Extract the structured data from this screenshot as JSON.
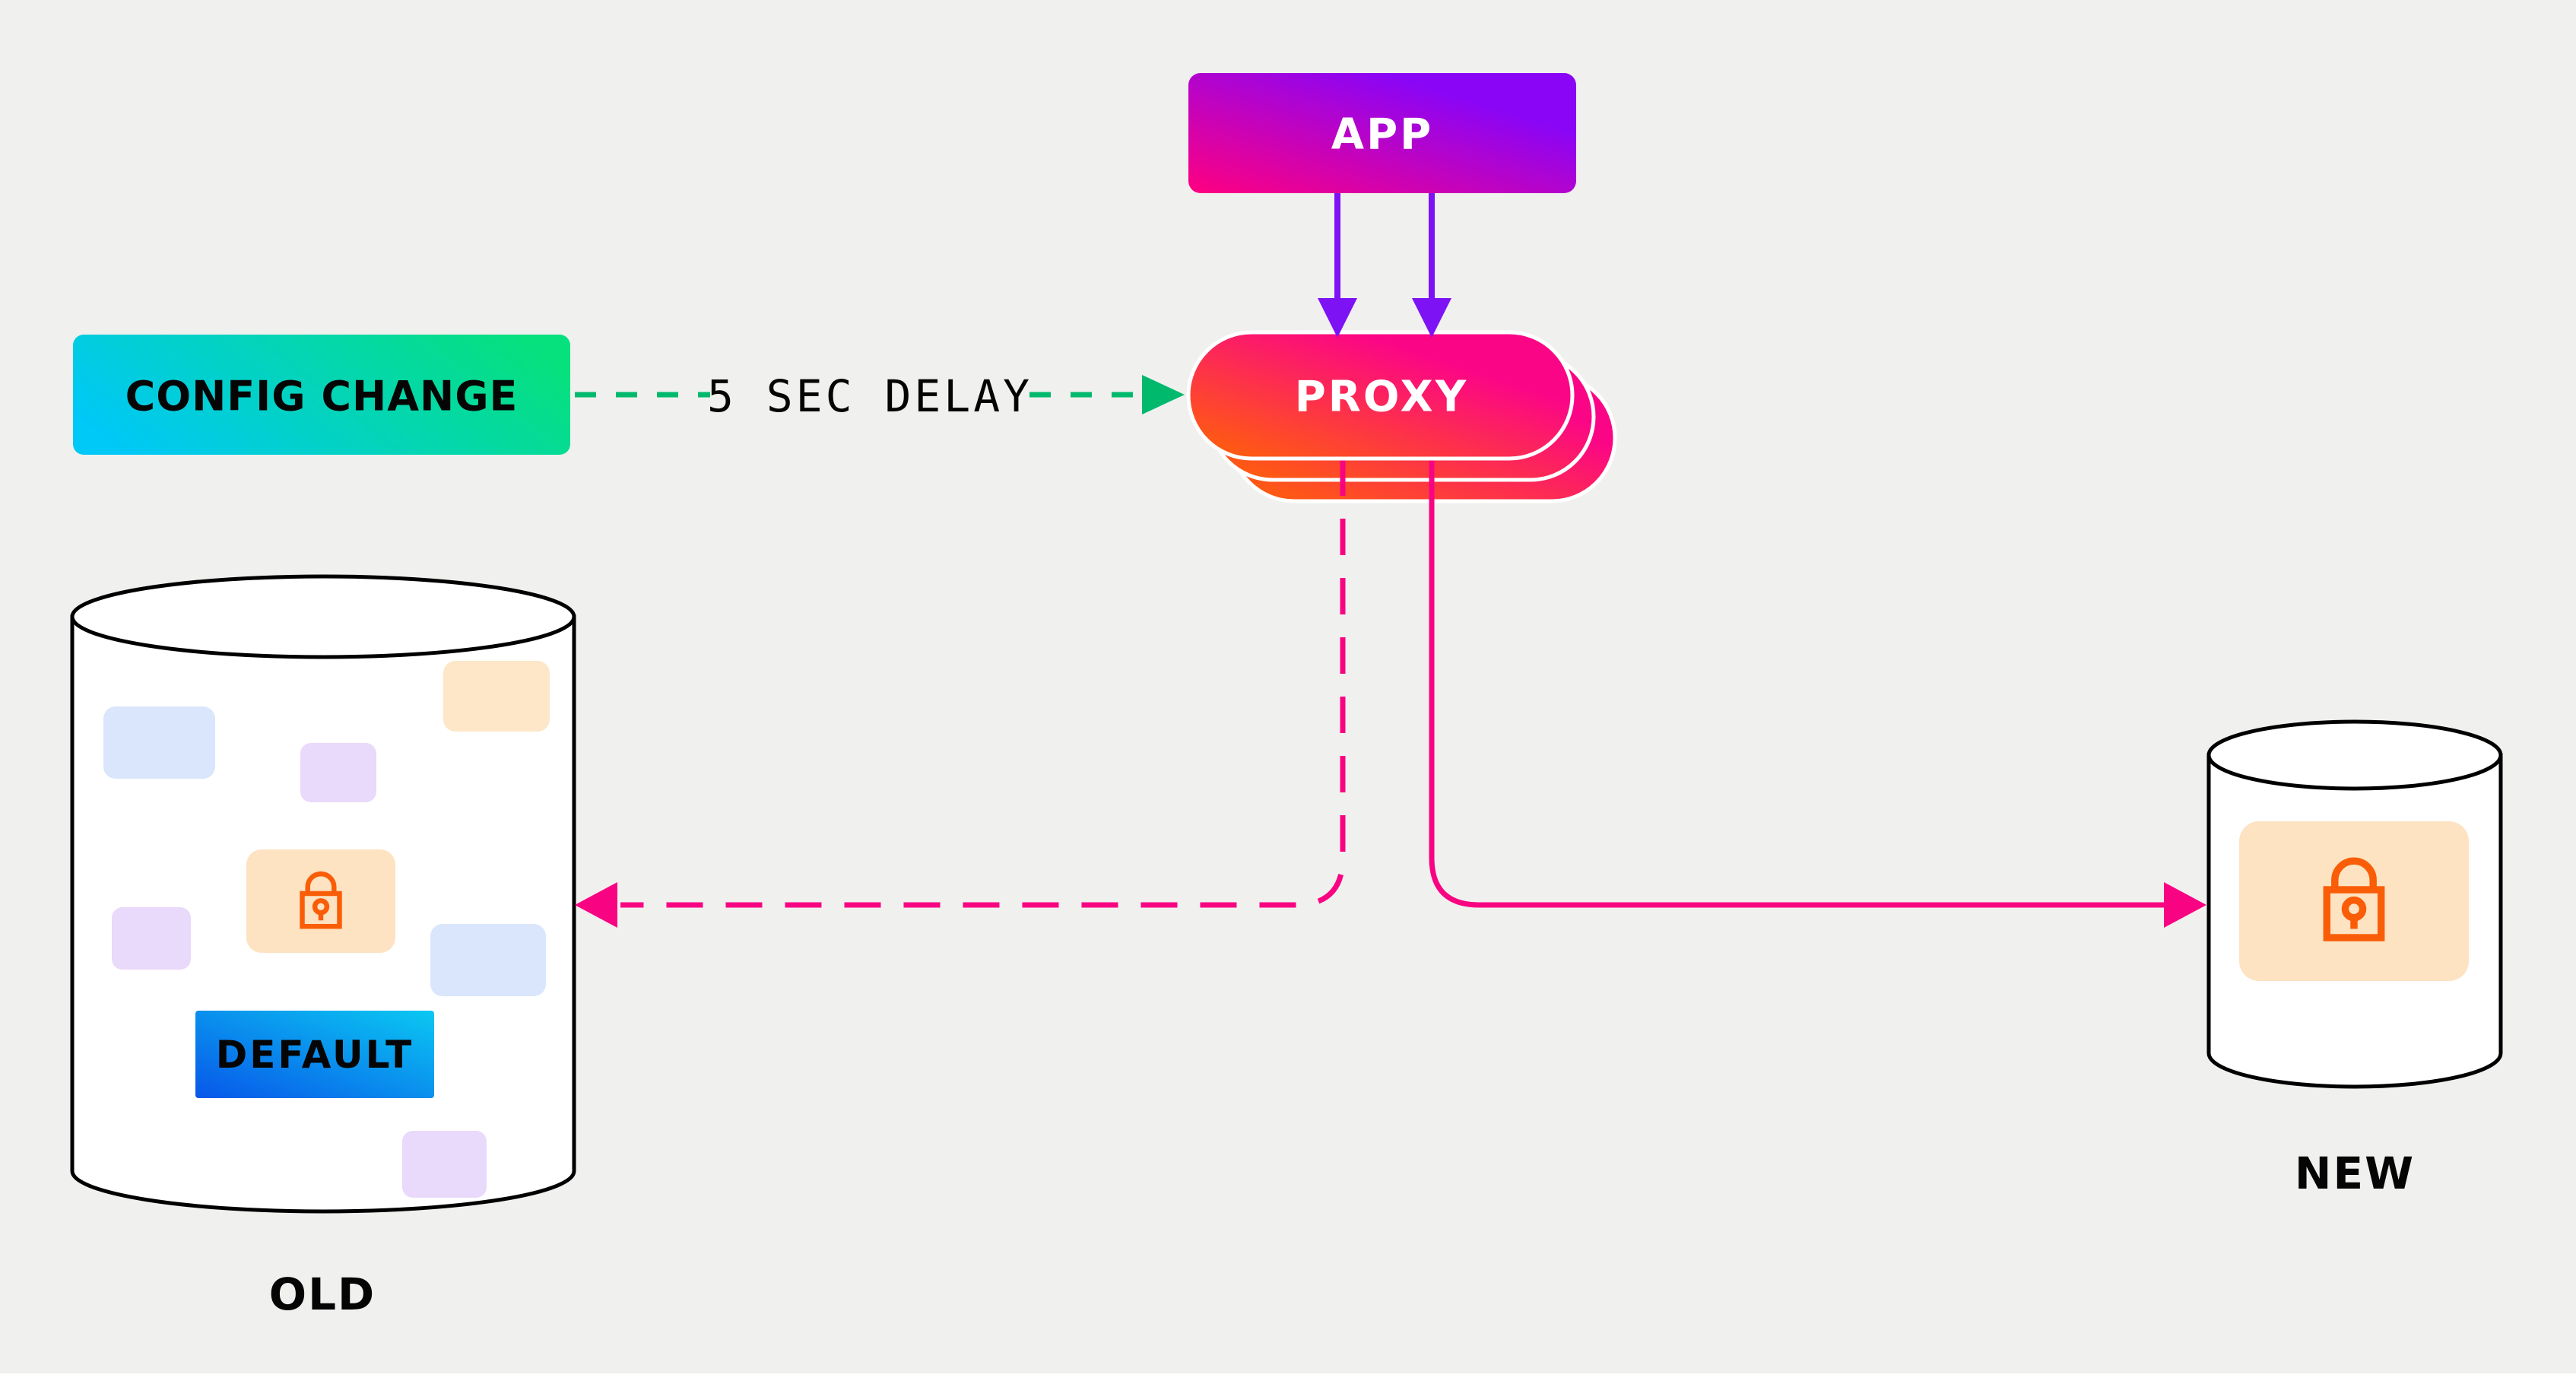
{
  "diagram": {
    "app": {
      "label": "APP"
    },
    "proxy": {
      "label": "PROXY"
    },
    "config_change": {
      "label": "CONFIG CHANGE"
    },
    "delay": {
      "label": "5 SEC DELAY"
    },
    "old_db": {
      "label": "OLD",
      "default_badge": "DEFAULT"
    },
    "new_db": {
      "label": "NEW"
    }
  },
  "colors": {
    "background": "#f0f0ee",
    "app_gradient_start": "#ff0080",
    "app_gradient_end": "#8a05f6",
    "proxy_gradient_start": "#ff6404",
    "proxy_gradient_end": "#fb0587",
    "config_gradient_start": "#00c8f7",
    "config_gradient_end": "#06e07d",
    "default_gradient_start": "#0857e9",
    "default_gradient_end": "#0bc8f2",
    "purple_arrow": "#7d12f4",
    "green_arrow": "#00b96d",
    "pink_line": "#f80482",
    "lock_orange": "#fa5d07",
    "panel_peach": "#fde3c2",
    "chip_blue": "#d9e6fb",
    "chip_lavender": "#e9d9fa",
    "chip_peach": "#fde7c8",
    "cylinder_fill": "#ffffff",
    "cylinder_stroke": "#000000",
    "text_dark": "#050505",
    "text_light": "#ffffff",
    "bottom_strip": "#ffffff"
  }
}
